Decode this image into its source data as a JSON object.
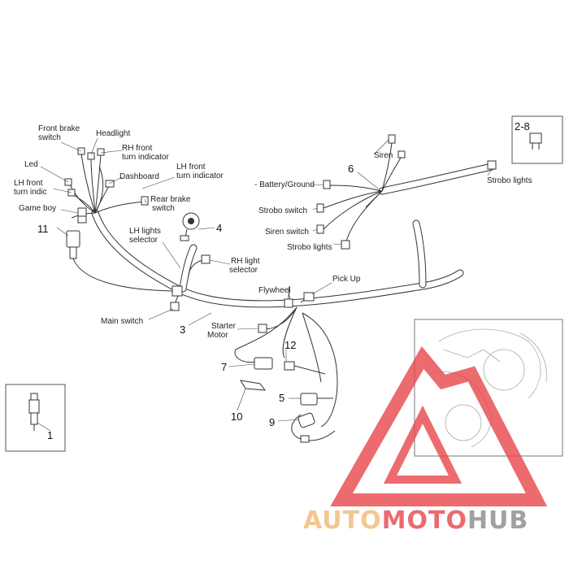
{
  "labels": {
    "front_brake_switch": [
      "Front brake",
      "switch"
    ],
    "headlight": "Headlight",
    "rh_front_turn": [
      "RH front",
      "turn indicator"
    ],
    "led": "Led",
    "lh_front_turn_indic": [
      "LH front",
      "turn indic"
    ],
    "dashboard": "Dashboard",
    "lh_front_turn_indicator": [
      "LH front",
      "turn indicator"
    ],
    "rear_brake_switch": [
      "Rear brake",
      "switch"
    ],
    "game_boy": "Game boy",
    "lh_lights_selector": [
      "LH lights",
      "selector"
    ],
    "rh_light_selector": [
      "RH light",
      "selector"
    ],
    "main_switch": "Main switch",
    "flywheel": "Flywheel",
    "pick_up": "Pick Up",
    "starter_motor": [
      "Starter",
      "Motor"
    ],
    "siren": "Siren",
    "battery_ground": "- Battery/Ground",
    "strobo_switch": "Strobo switch",
    "siren_switch": "Siren switch",
    "strobo_lights_a": "Strobo lights",
    "strobo_lights_b": "Strobo lights"
  },
  "part_numbers": {
    "p1": "1",
    "p2_8": "2-8",
    "p3": "3",
    "p4": "4",
    "p5": "5",
    "p6": "6",
    "p7": "7",
    "p9": "9",
    "p10": "10",
    "p11": "11",
    "p12": "12"
  },
  "watermark": {
    "text_a": "AUTO",
    "text_b": "MOTO",
    "text_c": "HUB",
    "color_orange": "#f2b872",
    "color_red": "#e8474a",
    "color_gray": "#8a8a8a"
  }
}
